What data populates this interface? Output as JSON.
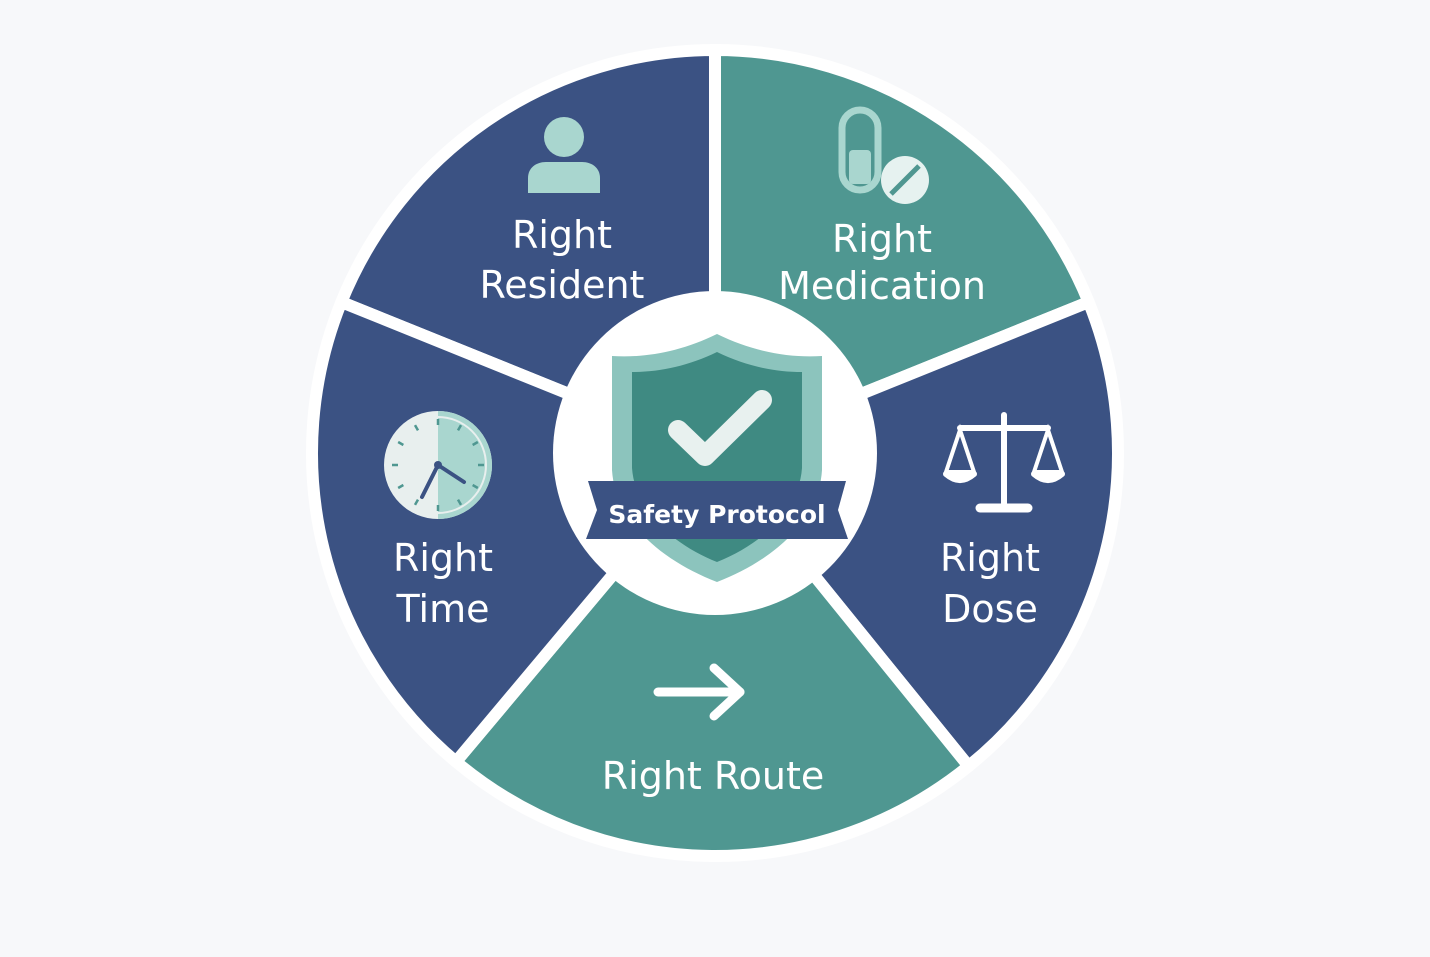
{
  "colors": {
    "navy": "#3b5283",
    "teal": "#4f9791",
    "shield_outer": "#8cc4bd",
    "shield_inner": "#3f8a82",
    "background": "#f7f8fa"
  },
  "center": {
    "label": "Safety Protocol",
    "icon": "shield-check-icon"
  },
  "segments": [
    {
      "id": "resident",
      "line1": "Right",
      "line2": "Resident",
      "icon": "person-icon",
      "color": "navy"
    },
    {
      "id": "medication",
      "line1": "Right",
      "line2": "Medication",
      "icon": "pill-icon",
      "color": "teal"
    },
    {
      "id": "dose",
      "line1": "Right",
      "line2": "Dose",
      "icon": "scales-icon",
      "color": "navy"
    },
    {
      "id": "route",
      "line1": "Right Route",
      "icon": "arrow-right-icon",
      "color": "teal"
    },
    {
      "id": "time",
      "line1": "Right",
      "line2": "Time",
      "icon": "clock-icon",
      "color": "navy"
    }
  ]
}
